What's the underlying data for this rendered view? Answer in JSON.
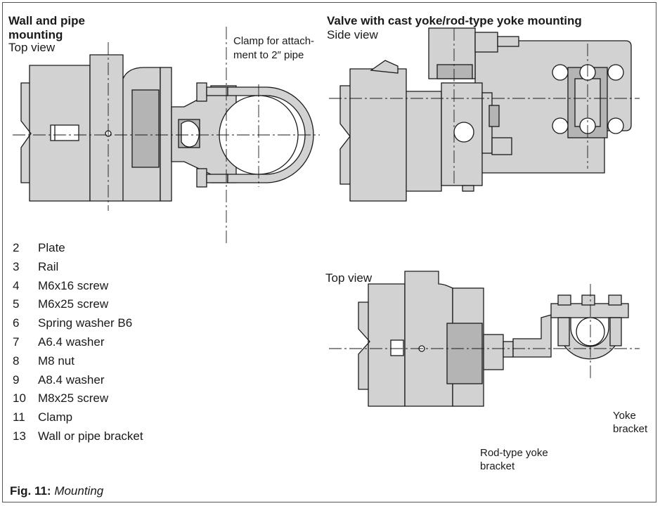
{
  "left_panel": {
    "title_line1": "Wall and pipe",
    "title_line2": "mounting",
    "view_label": "Top view",
    "clamp_label_line1": "Clamp for attach-",
    "clamp_label_line2": "ment to 2″ pipe"
  },
  "right_panel": {
    "title": "Valve with cast yoke/rod-type yoke mounting",
    "side_view_label": "Side view",
    "top_view_label": "Top view",
    "yoke_bracket_line1": "Yoke",
    "yoke_bracket_line2": "bracket",
    "rod_bracket_line1": "Rod-type yoke",
    "rod_bracket_line2": "bracket"
  },
  "legend": [
    {
      "num": "2",
      "label": "Plate"
    },
    {
      "num": "3",
      "label": "Rail"
    },
    {
      "num": "4",
      "label": "M6x16 screw"
    },
    {
      "num": "5",
      "label": "M6x25 screw"
    },
    {
      "num": "6",
      "label": "Spring washer B6"
    },
    {
      "num": "7",
      "label": "A6.4 washer"
    },
    {
      "num": "8",
      "label": "M8 nut"
    },
    {
      "num": "9",
      "label": "A8.4 washer"
    },
    {
      "num": "10",
      "label": "M8x25 screw"
    },
    {
      "num": "11",
      "label": "Clamp"
    },
    {
      "num": "13",
      "label": "Wall or pipe bracket"
    }
  ],
  "caption": {
    "label": "Fig. 11:",
    "text": "Mounting"
  },
  "colors": {
    "fill": "#d2d2d2",
    "fill_dark": "#b4b4b4",
    "stroke": "#1a1a1a"
  }
}
